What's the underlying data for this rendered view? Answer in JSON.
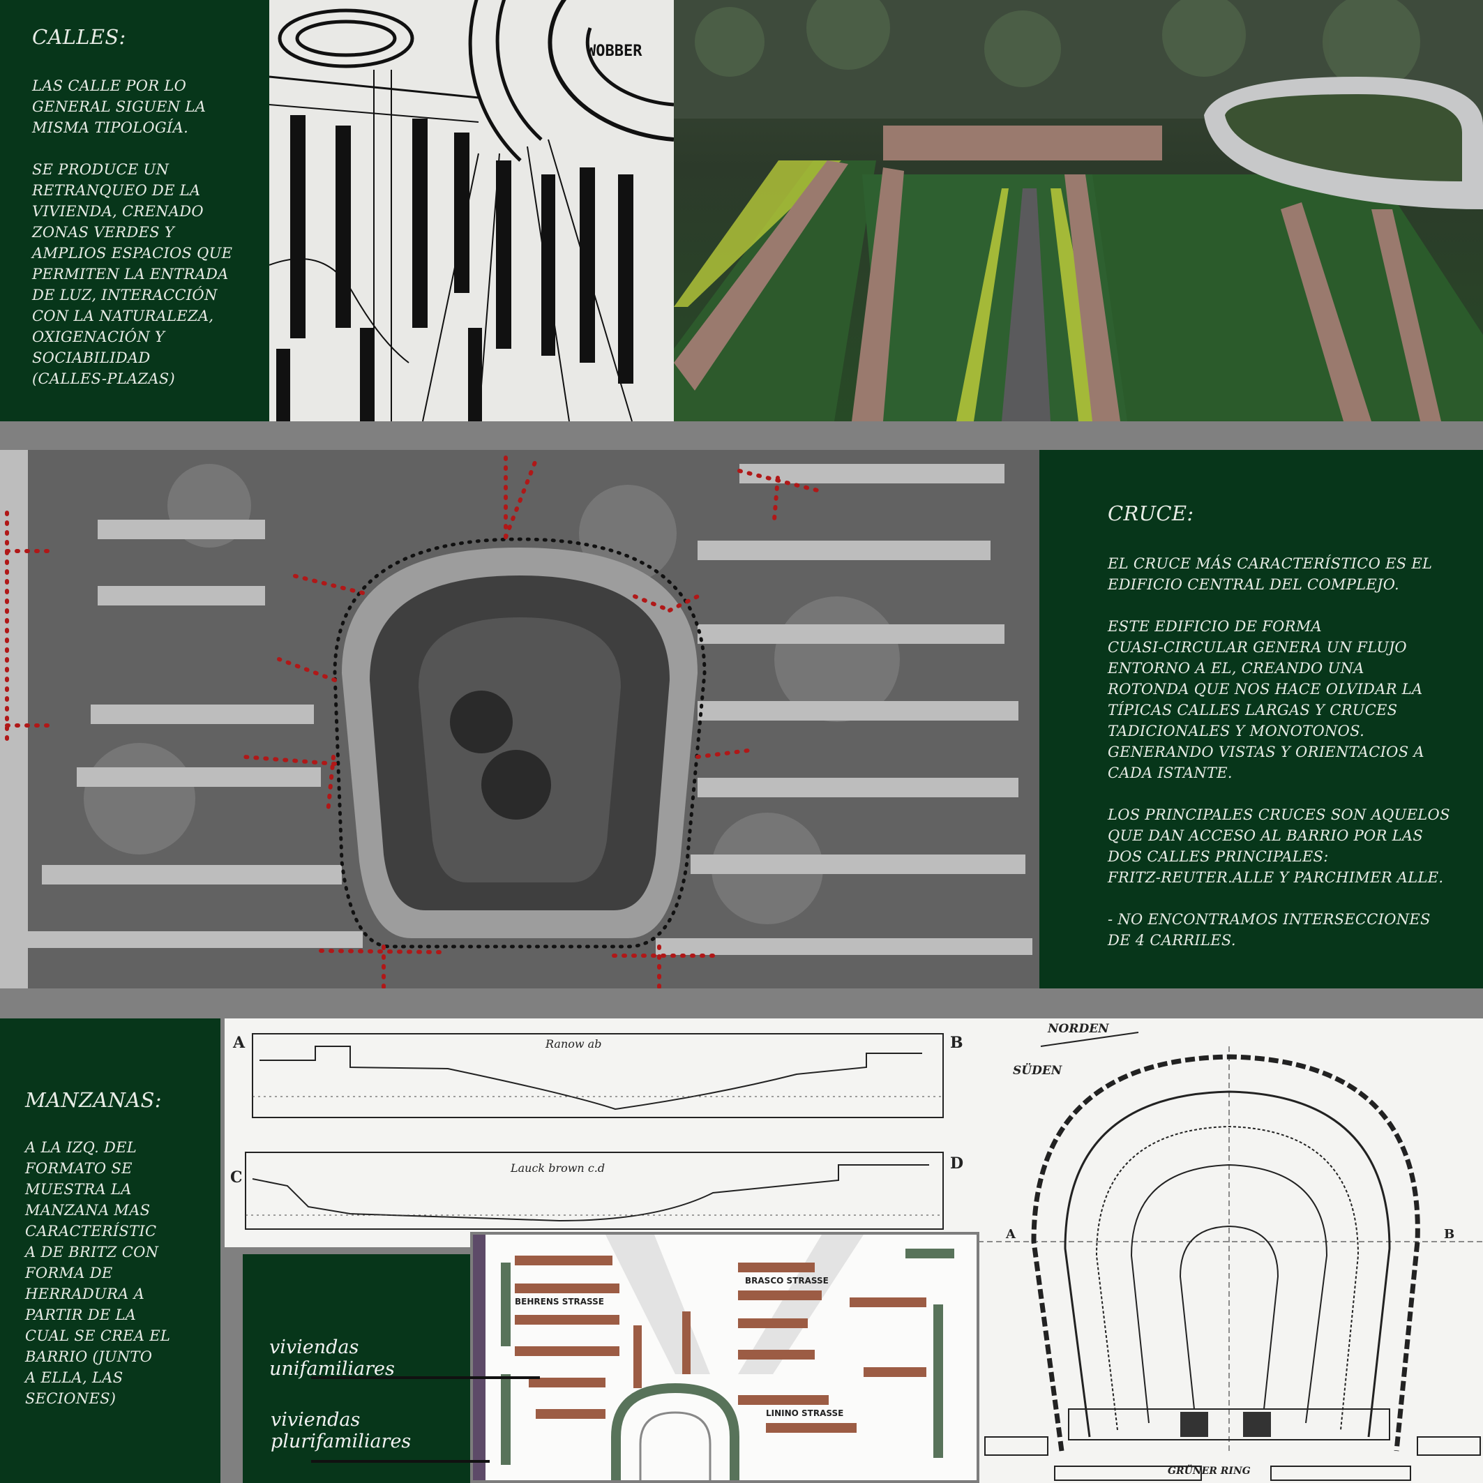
{
  "sections": {
    "calles": {
      "title": "CALLES:",
      "body": "LAS CALLE POR LO\nGENERAL SIGUEN LA\nMISMA TIPOLOGÍA.\n\nSE PRODUCE UN\nRETRANQUEO DE LA\nVIVIENDA, CRENADO\nZONAS VERDES Y\nAMPLIOS ESPACIOS QUE\nPERMITEN LA ENTRADA\nDE LUZ, INTERACCIÓN\nCON LA NATURALEZA,\nOXIGENACIÓN Y\nSOCIABILIDAD\n(CALLES-PLAZAS)"
    },
    "cruce": {
      "title": "CRUCE:",
      "body": "EL CRUCE MÁS CARACTERÍSTICO ES EL\nEDIFICIO CENTRAL DEL COMPLEJO.\n\nESTE EDIFICIO DE FORMA\nCUASI-CIRCULAR GENERA UN FLUJO\nENTORNO A EL, CREANDO UNA\nROTONDA QUE NOS HACE OLVIDAR LA\nTÍPICAS CALLES LARGAS Y CRUCES\nTADICIONALES Y MONOTONOS.\nGENERANDO VISTAS Y ORIENTACIOS A\nCADA ISTANTE.\n\nLOS PRINCIPALES CRUCES SON AQUELOS\nQUE DAN ACCESO AL BARRIO  POR LAS\nDOS CALLES PRINCIPALES:\nFRITZ-REUTER.ALLE Y PARCHIMER ALLE.\n\n- NO ENCONTRAMOS INTERSECCIONES\nDE 4 CARRILES."
    },
    "manzanas": {
      "title": "MANZANAS:",
      "body": "A LA IZQ. DEL\nFORMATO SE\nMUESTRA LA\nMANZANA MAS\nCARACTERÍSTIC\nA DE BRITZ  CON\nFORMA DE\nHERRADURA A\nPARTIR DE LA\nCUAL SE CREA EL\nBARRIO (JUNTO\nA ELLA, LAS\nSECIONES)"
    }
  },
  "legend": {
    "unifamiliares": "viviendas unifamiliares",
    "plurifamiliares": "viviendas plurifamiliares"
  },
  "drawings": {
    "plan_label": "WOBBER",
    "section_a": "A",
    "section_b": "B",
    "section_c": "C",
    "section_d": "D",
    "section_ab_title": "Ranow ab",
    "section_cd_title": "Lauck brown c.d",
    "north": "NORDEN",
    "south": "SÜDEN",
    "street_1": "BRASCO STRASSE",
    "street_2": "BEHRENS STRASSE",
    "street_3": "LININO STRASSE",
    "street_4": "GRÜNER RING"
  },
  "colors": {
    "panel_green": "#07361a",
    "separator_grey": "#808080",
    "marker_red": "#b01818",
    "marker_black": "#111111",
    "house_brown": "#9c5c44",
    "grass_yellow": "#b8c93a"
  }
}
